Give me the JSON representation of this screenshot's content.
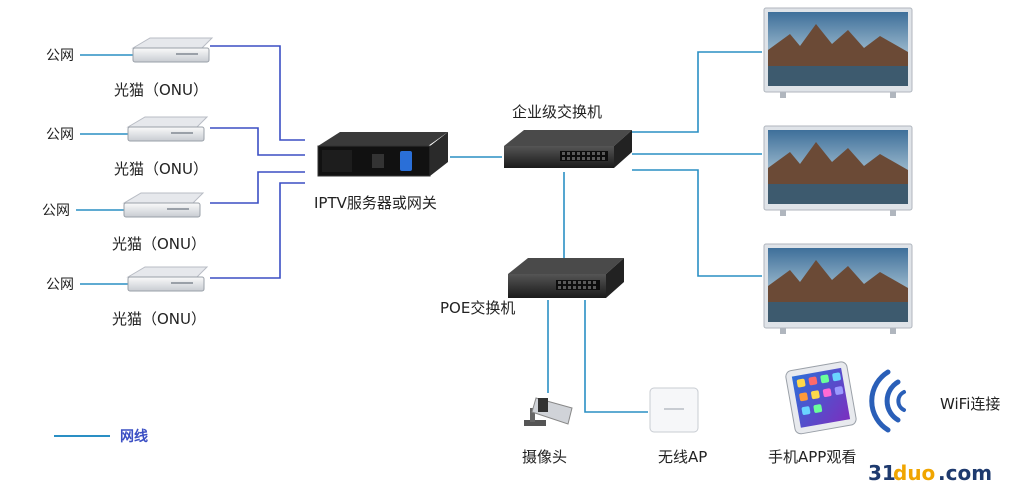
{
  "onus": [
    {
      "label": "光猫（ONU）",
      "wan": "公网"
    },
    {
      "label": "光猫（ONU）",
      "wan": "公网"
    },
    {
      "label": "光猫（ONU）",
      "wan": "公网"
    },
    {
      "label": "光猫（ONU）",
      "wan": "公网"
    }
  ],
  "server": {
    "label": "IPTV服务器或网关"
  },
  "core_switch": {
    "label": "企业级交换机"
  },
  "poe_switch": {
    "label": "POE交换机"
  },
  "endpoints": {
    "camera": "摄像头",
    "ap": "无线AP",
    "phone": "手机APP观看",
    "wifi": "WiFi连接"
  },
  "legend": {
    "label": "网线"
  },
  "watermark": {
    "num": "31",
    "mid": "duo",
    "com": ".com"
  },
  "colors": {
    "blue_line": "#3b4fc4",
    "teal_line": "#2a8fc4"
  }
}
